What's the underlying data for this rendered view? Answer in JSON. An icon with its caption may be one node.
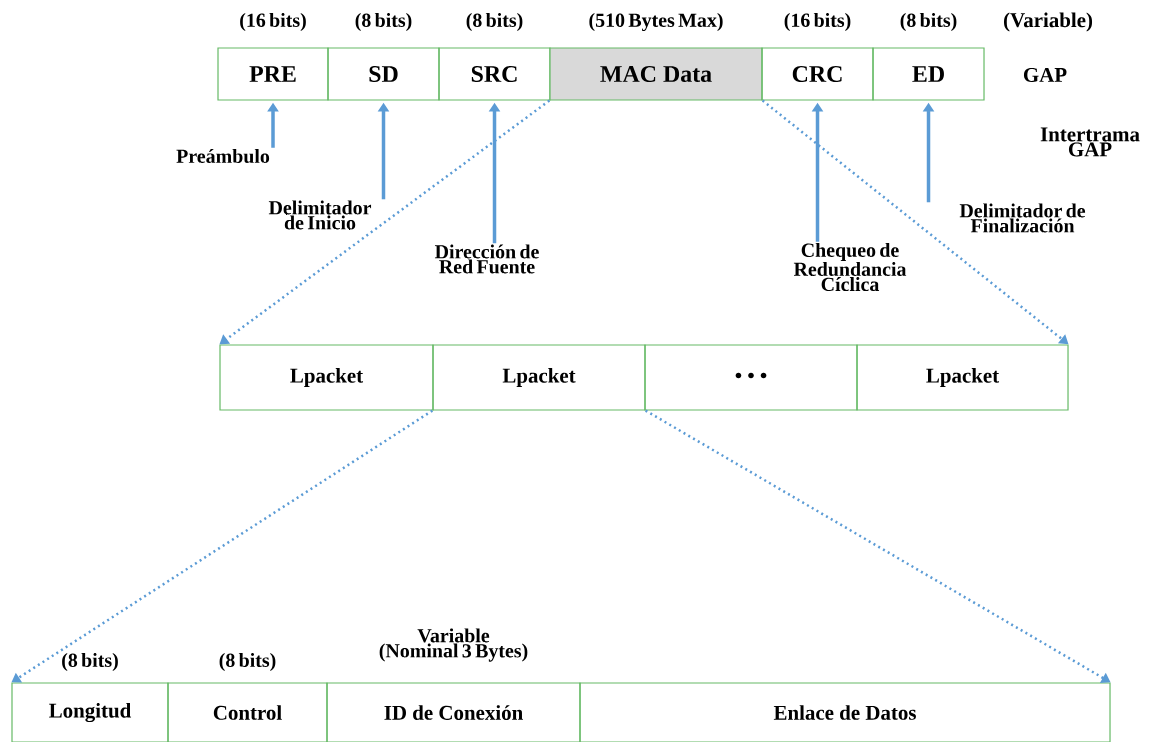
{
  "diagram": {
    "nodes": [
      {
        "text": [
          "PRE"
        ],
        "beside": [
          "(16 bits)"
        ]
      },
      {
        "text": [
          "SD"
        ],
        "beside": [
          "(8 bits)"
        ]
      },
      {
        "text": [
          "SRC"
        ],
        "beside": [
          "(8 bits)"
        ]
      },
      {
        "text": [
          "MAC Data"
        ],
        "beside": [
          "(510 Bytes Max)"
        ]
      },
      {
        "text": [
          "CRC"
        ],
        "beside": [
          "(16 bits)"
        ]
      },
      {
        "text": [
          "ED"
        ],
        "beside": [
          "(8 bits)"
        ]
      },
      {
        "text": [
          "Preámbulo"
        ]
      },
      {
        "text": [
          "Delimitador de Inicio"
        ]
      },
      {
        "text": [
          "Dirección de Red Fuente"
        ]
      },
      {
        "text": [
          "Chequeo de Redundancia Cíclica"
        ]
      },
      {
        "text": [
          "Delimitador de Finalización"
        ]
      },
      {
        "text": [
          "Lpacket"
        ]
      },
      {
        "text": [
          "Lpacket"
        ]
      },
      {
        "text": [
          "• • •"
        ]
      },
      {
        "text": [
          "Lpacket"
        ]
      },
      {
        "text": [
          "Longitud"
        ],
        "beside": [
          "(8 bits)"
        ]
      },
      {
        "text": [
          "Control"
        ],
        "beside": [
          "(8 bits)"
        ]
      },
      {
        "text": [
          "ID de Conexión"
        ],
        "beside": [
          "Variable (Nominal 3 Bytes)"
        ]
      },
      {
        "text": [
          "Enlace de Datos"
        ]
      }
    ],
    "edges": [
      {
        "from": 6,
        "to": 0,
        "arrow": "to"
      },
      {
        "from": 7,
        "to": 1,
        "arrow": "to"
      },
      {
        "from": 8,
        "to": 2,
        "arrow": "to"
      },
      {
        "from": 9,
        "to": 4,
        "arrow": "to"
      },
      {
        "from": 10,
        "to": 5,
        "arrow": "to"
      },
      {
        "from": 3,
        "to": 11,
        "arrow": "to",
        "style": "dashed"
      },
      {
        "from": 3,
        "to": 14,
        "arrow": "to",
        "style": "dashed"
      },
      {
        "from": 12,
        "to": 15,
        "arrow": "to",
        "style": "dashed"
      },
      {
        "from": 12,
        "to": 18,
        "arrow": "to",
        "style": "dashed"
      }
    ],
    "labels": [
      "(Variable)",
      "GAP",
      "Intertrama GAP"
    ]
  }
}
